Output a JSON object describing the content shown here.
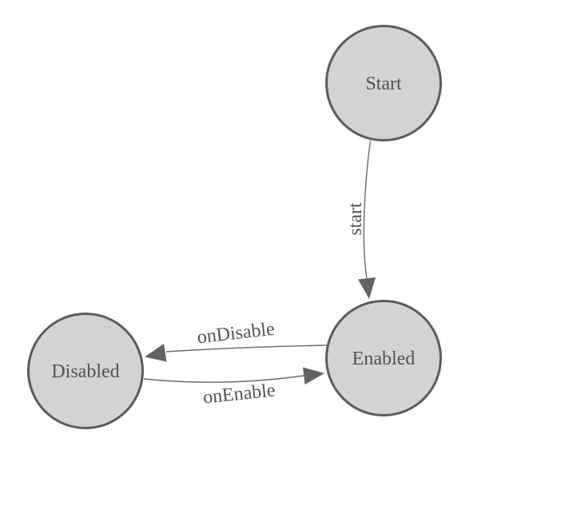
{
  "diagram": {
    "background_color": "#ffffff",
    "node_fill_color": "#d3d3d3",
    "node_stroke_color": "#5b5b5b",
    "edge_line_color": "#6a6a6a",
    "arrowhead_color": "#636363",
    "label_color": "#4f545a",
    "nodes": [
      {
        "id": "start",
        "label": "Start"
      },
      {
        "id": "enabled",
        "label": "Enabled"
      },
      {
        "id": "disabled",
        "label": "Disabled"
      }
    ],
    "edges": [
      {
        "from": "Start",
        "to": "Enabled",
        "label": "start"
      },
      {
        "from": "Enabled",
        "to": "Disabled",
        "label": "onDisable"
      },
      {
        "from": "Disabled",
        "to": "Enabled",
        "label": "onEnable"
      }
    ]
  }
}
